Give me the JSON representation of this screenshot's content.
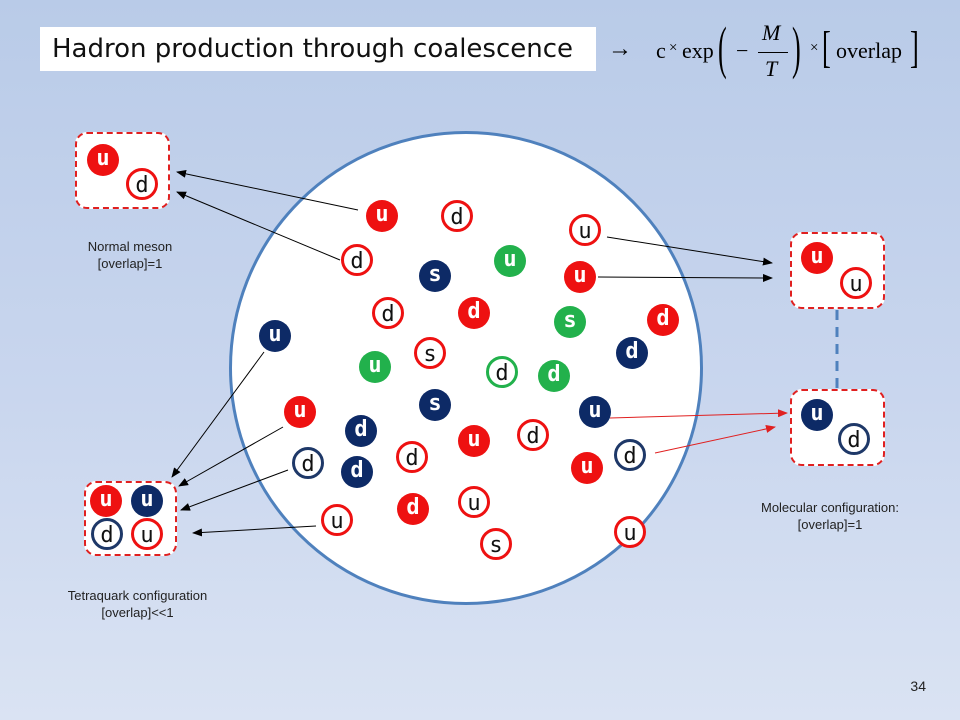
{
  "title": "Hadron production through coalescence",
  "formula": {
    "arrow": "→",
    "coef": "c",
    "times": "×",
    "exp": "exp",
    "minus": "−",
    "numerator": "M",
    "denominator": "T",
    "overlap": "overlap"
  },
  "captions": {
    "normal_line1": "Normal meson",
    "normal_line2": "[overlap]=1",
    "tetra_line1": "Tetraquark configuration",
    "tetra_line2": "[overlap]<<1",
    "molecular_line1": "Molecular configuration:",
    "molecular_line2": "[overlap]=1"
  },
  "page_number": "34",
  "colors": {
    "red": "#ee1111",
    "navy": "#0d2a66",
    "green": "#22b14c",
    "circle_border": "#4f81bd",
    "box_border": "#e02020"
  },
  "quark_labels": {
    "u": "u",
    "d": "d",
    "s": "s"
  }
}
